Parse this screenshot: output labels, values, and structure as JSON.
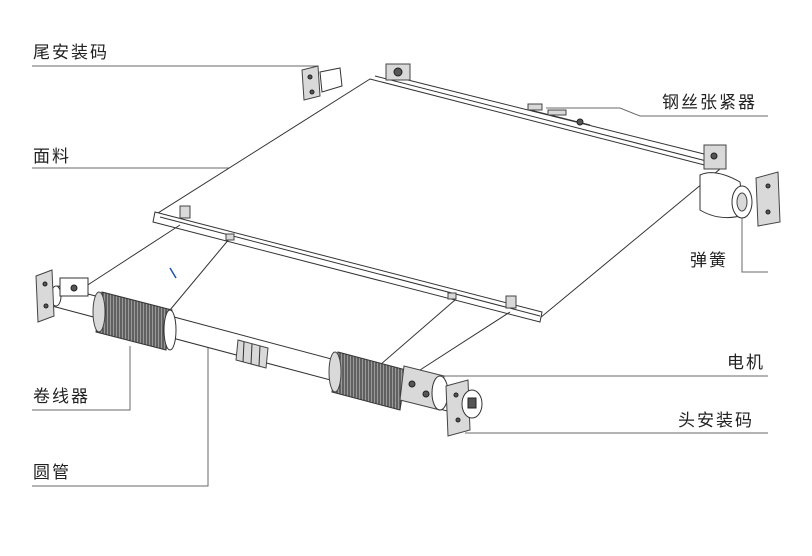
{
  "labels": {
    "tail_mount": "尾安装码",
    "fabric": "面料",
    "wire_tensioner": "钢丝张紧器",
    "spring": "弹簧",
    "motor": "电机",
    "winder": "卷线器",
    "head_mount": "头安装码",
    "round_tube": "圆管"
  }
}
